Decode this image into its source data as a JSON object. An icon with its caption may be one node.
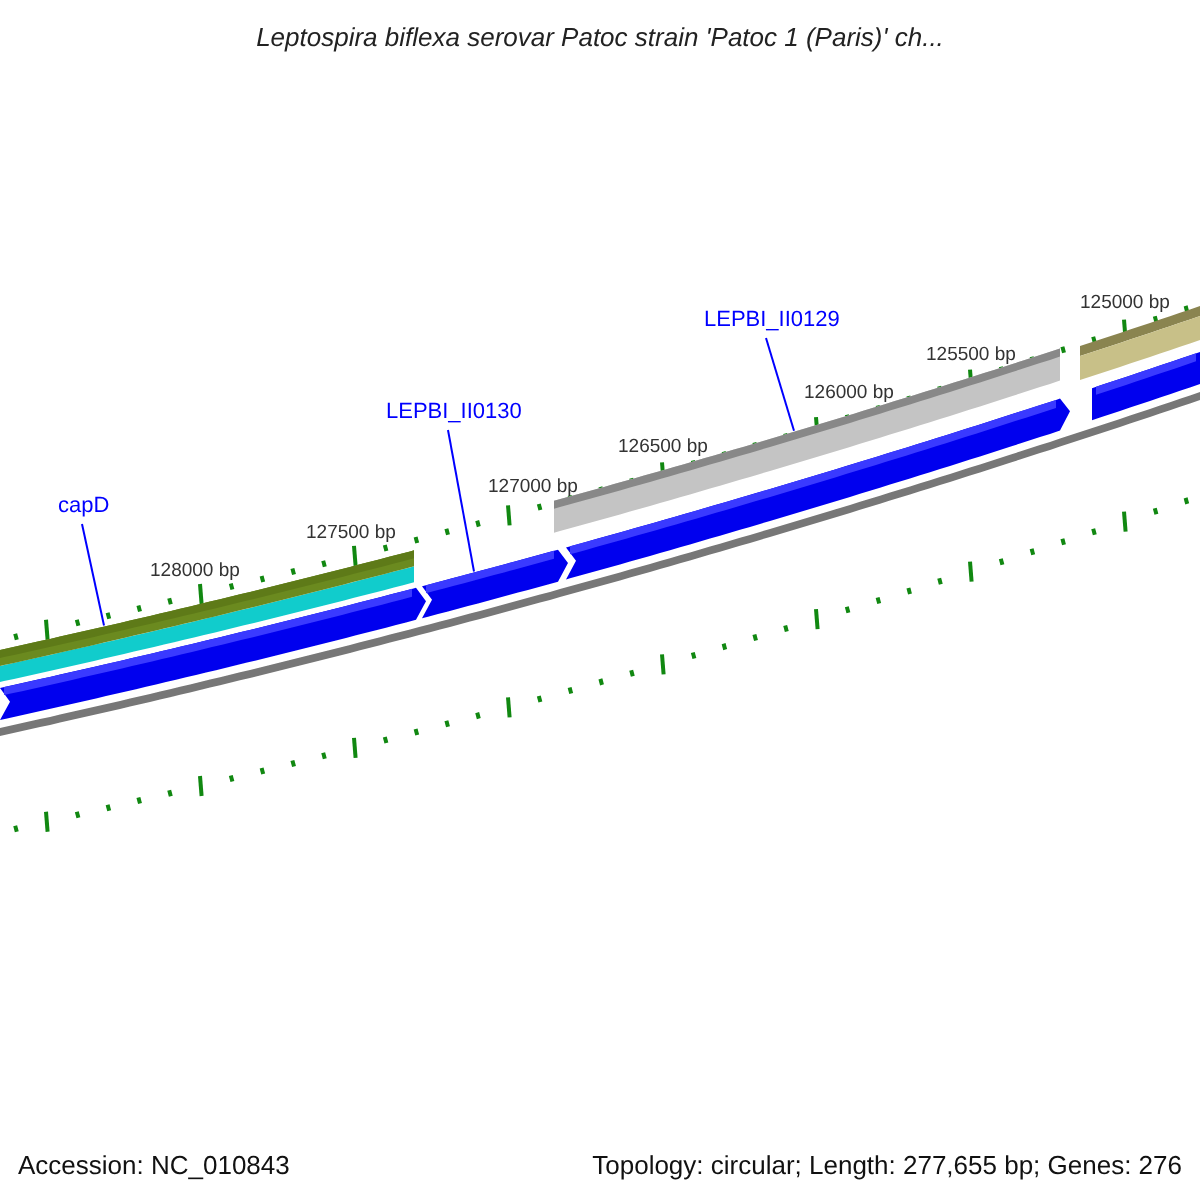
{
  "diagram": {
    "title": "Leptospira biflexa serovar Patoc strain 'Patoc 1 (Paris)' ch...",
    "nodes": [
      {
        "text": [
          "capD"
        ]
      },
      {
        "text": [
          "LEPBI_II0130"
        ]
      },
      {
        "text": [
          "LEPBI_II0129"
        ]
      },
      {
        "text": [],
        "shape": "bar"
      },
      {
        "text": [],
        "shape": "bar"
      },
      {
        "text": [],
        "shape": "bar"
      }
    ],
    "edges": [
      {
        "from": 0,
        "to": 3,
        "arrow": "none"
      },
      {
        "from": 1,
        "to": 4,
        "arrow": "none"
      },
      {
        "from": 2,
        "to": 5,
        "arrow": "none"
      }
    ],
    "labels": [
      "125000 bp",
      "125500 bp",
      "126000 bp",
      "126500 bp",
      "127000 bp",
      "127500 bp",
      "128000 bp",
      "Accession: NC_010843",
      "Topology: circular; Length: 277,655 bp; Genes: 276"
    ]
  }
}
